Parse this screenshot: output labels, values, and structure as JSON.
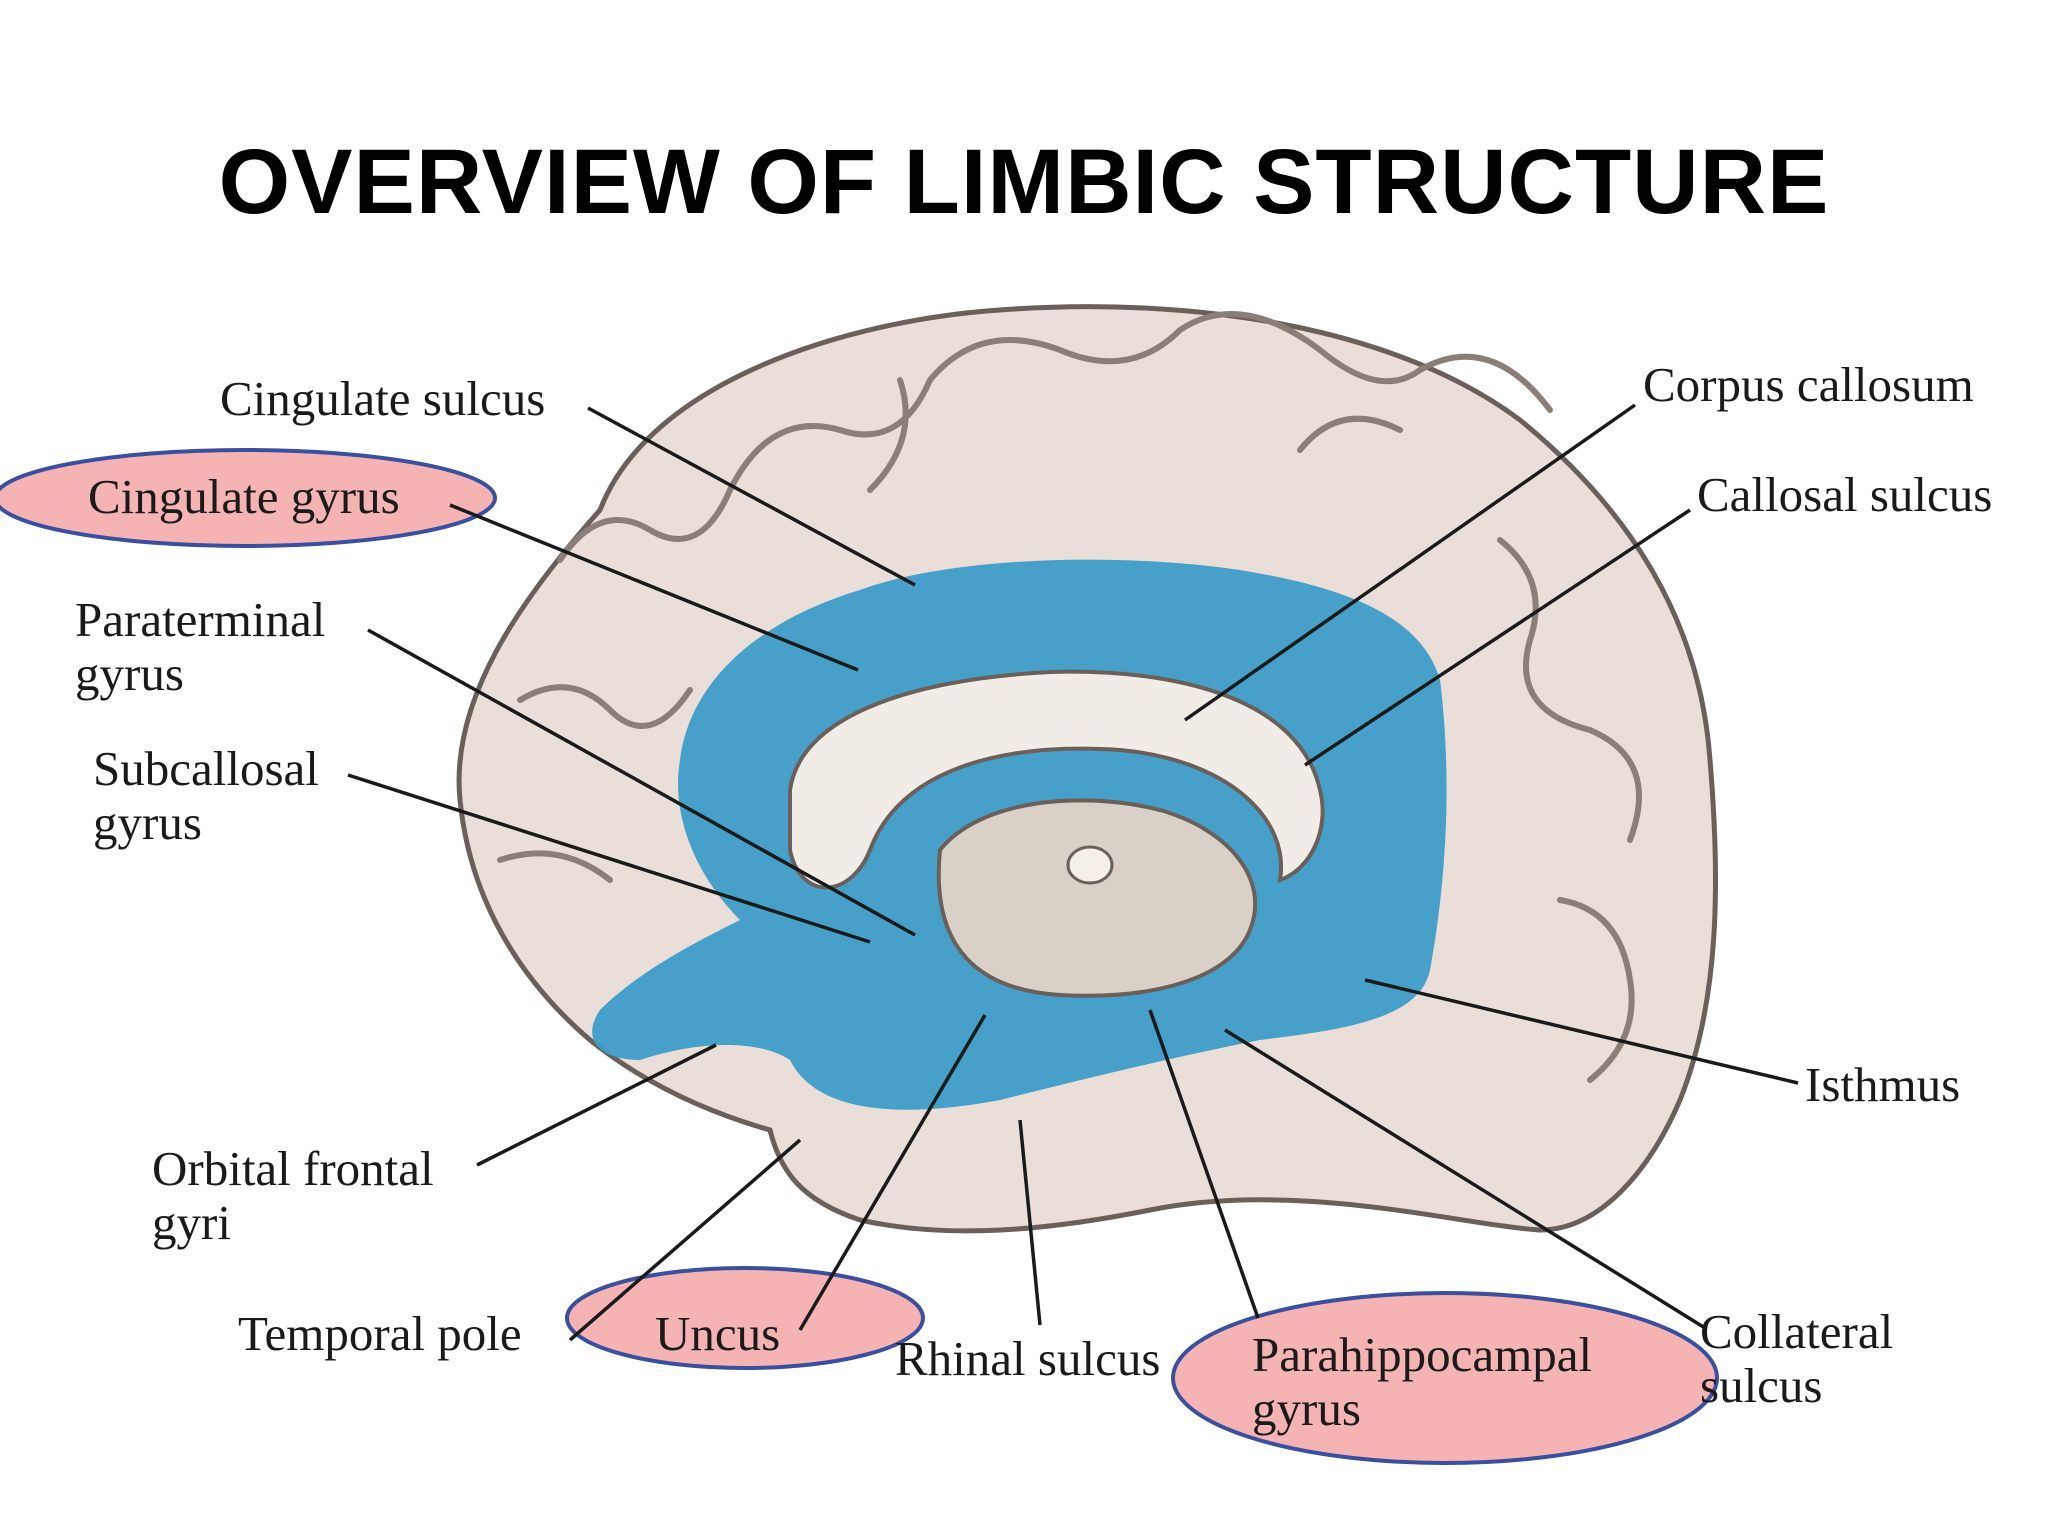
{
  "title": "OVERVIEW OF LIMBIC STRUCTURE",
  "colors": {
    "limbic_highlight": "#3d9cc8",
    "cortex": "#e9dfd8",
    "callosum": "#f1ede6",
    "circle_fill": "#f6b3b3",
    "circle_stroke": "#3a4f9e"
  },
  "labels": {
    "cingulate_sulcus": "Cingulate sulcus",
    "cingulate_gyrus": "Cingulate gyrus",
    "paraterminal_gyrus": "Paraterminal\ngyrus",
    "subcallosal_gyrus": "Subcallosal\ngyrus",
    "orbital_frontal_gyri": "Orbital frontal\ngyri",
    "temporal_pole": "Temporal pole",
    "uncus": "Uncus",
    "rhinal_sulcus": "Rhinal sulcus",
    "parahippocampal_gyrus": "Parahippocampal\ngyrus",
    "collateral_sulcus": "Collateral\nsulcus",
    "isthmus": "Isthmus",
    "callosal_sulcus": "Callosal sulcus",
    "corpus_callosum": "Corpus callosum"
  }
}
